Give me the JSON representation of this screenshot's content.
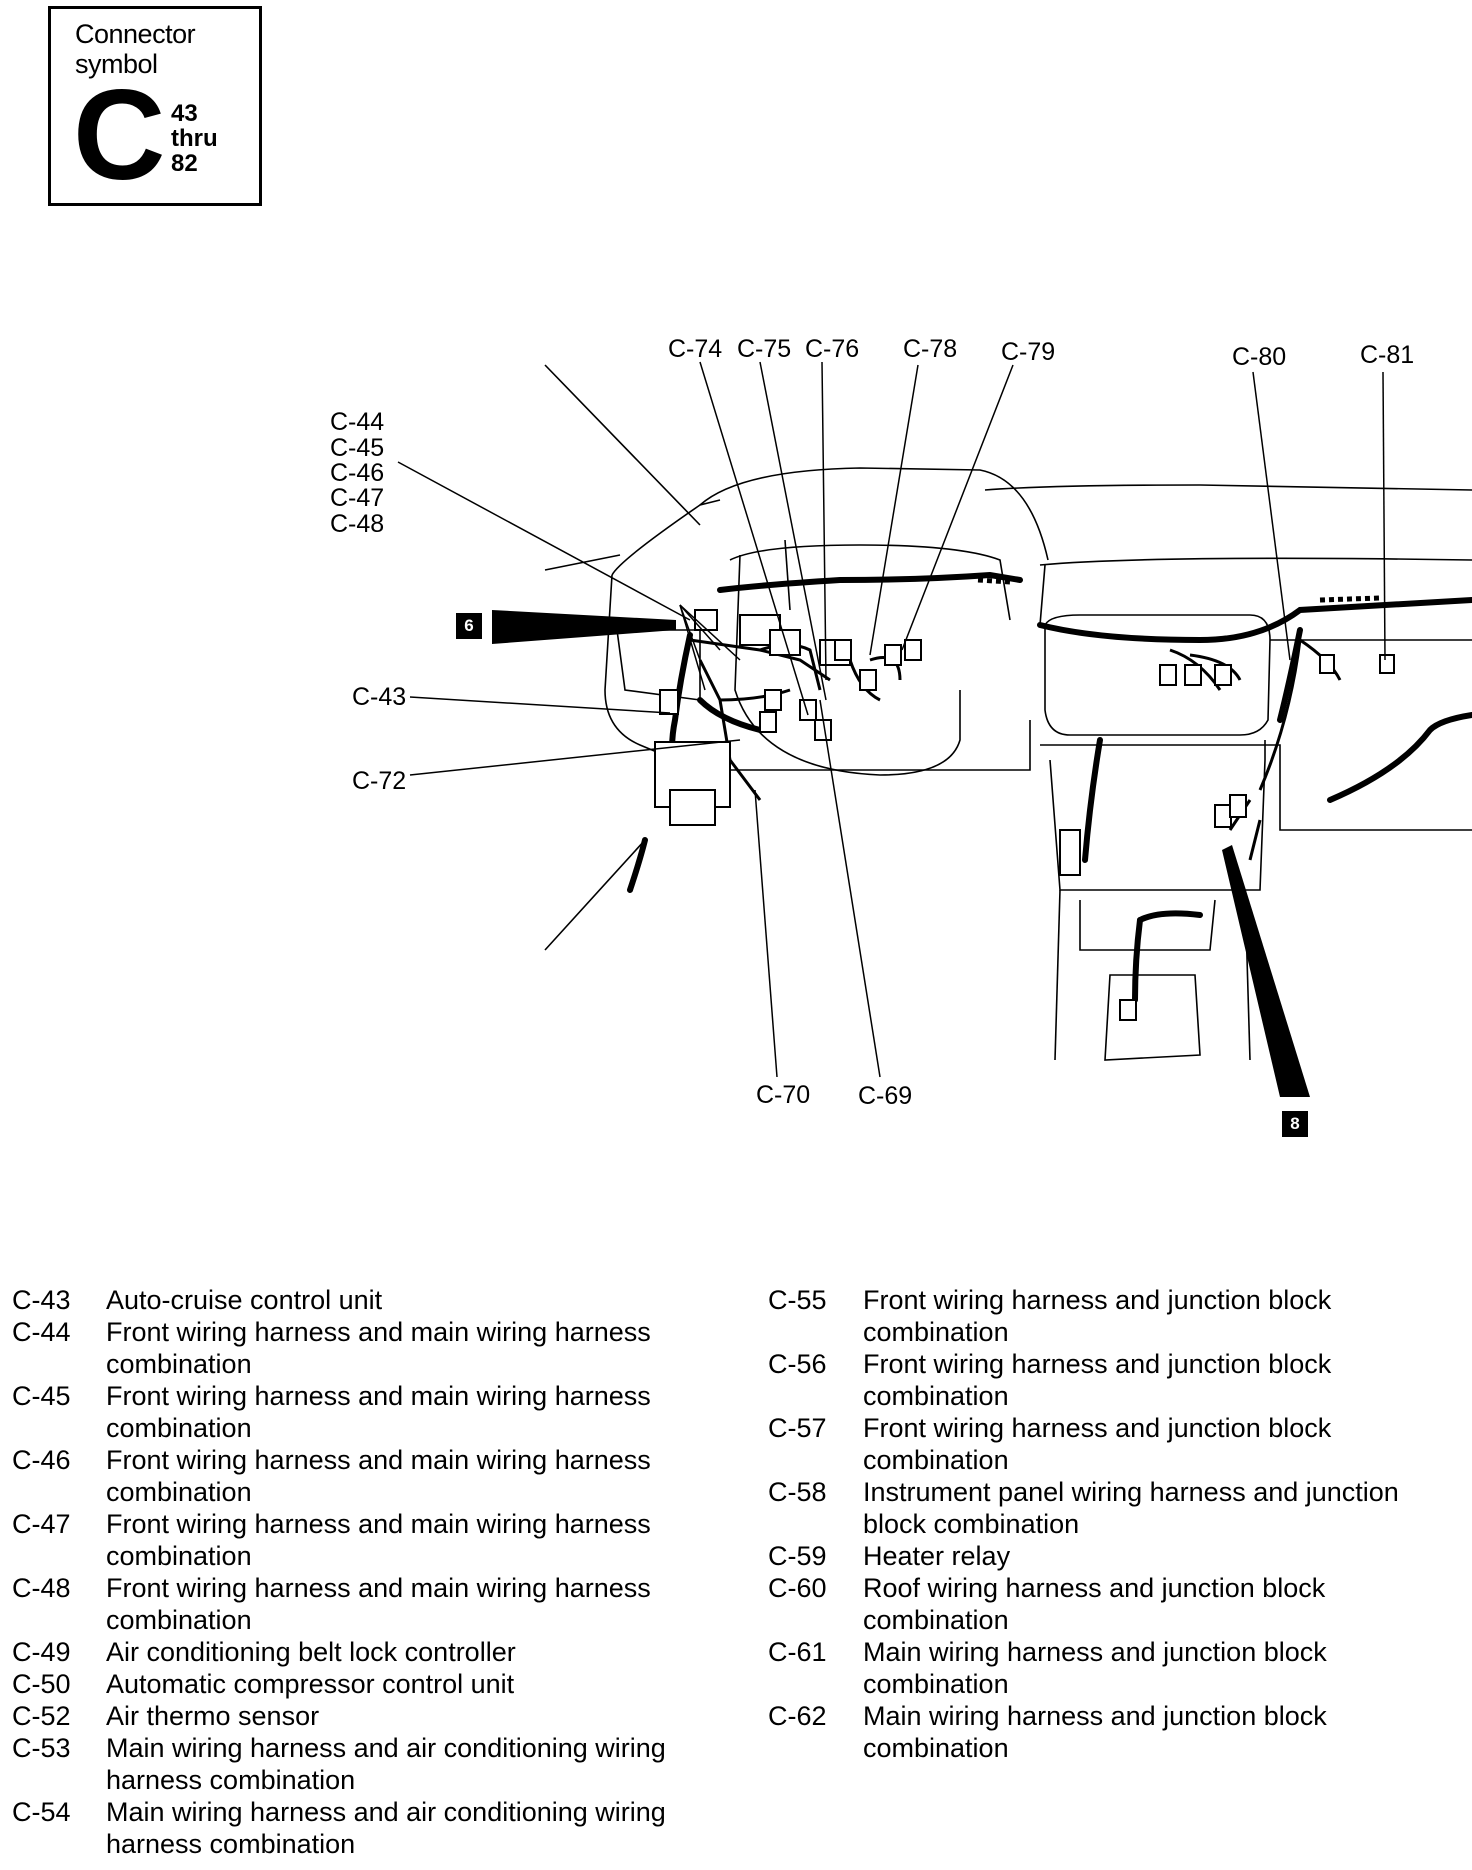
{
  "symbol": {
    "title": "Connector symbol",
    "letter": "C",
    "range_start": "43",
    "range_word": "thru",
    "range_end": "82"
  },
  "callouts": {
    "c44": "C-44",
    "c45": "C-45",
    "c46": "C-46",
    "c47": "C-47",
    "c48": "C-48",
    "c43": "C-43",
    "c72": "C-72",
    "c74": "C-74",
    "c75": "C-75",
    "c76": "C-76",
    "c78": "C-78",
    "c79": "C-79",
    "c80": "C-80",
    "c81": "C-81",
    "c70": "C-70",
    "c69": "C-69"
  },
  "references": {
    "left": "6",
    "right": "8"
  },
  "legend": {
    "left": [
      {
        "code": "C-43",
        "desc": "Auto-cruise control unit"
      },
      {
        "code": "C-44",
        "desc": "Front wiring harness and main wiring harness combination"
      },
      {
        "code": "C-45",
        "desc": "Front wiring harness and main wiring harness combination"
      },
      {
        "code": "C-46",
        "desc": "Front wiring harness and main wiring harness combination"
      },
      {
        "code": "C-47",
        "desc": "Front wiring harness and main wiring harness combination"
      },
      {
        "code": "C-48",
        "desc": "Front wiring harness and main wiring harness combination"
      },
      {
        "code": "C-49",
        "desc": "Air conditioning belt lock controller"
      },
      {
        "code": "C-50",
        "desc": "Automatic compressor control unit"
      },
      {
        "code": "C-52",
        "desc": "Air thermo sensor"
      },
      {
        "code": "C-53",
        "desc": "Main wiring harness and air conditioning wiring harness combination"
      },
      {
        "code": "C-54",
        "desc": "Main wiring harness and air conditioning wiring harness combination"
      }
    ],
    "right": [
      {
        "code": "C-55",
        "desc": "Front wiring harness and junction block combination"
      },
      {
        "code": "C-56",
        "desc": "Front wiring harness and junction block combination"
      },
      {
        "code": "C-57",
        "desc": "Front wiring harness and junction block combination"
      },
      {
        "code": "C-58",
        "desc": "Instrument panel wiring harness and junction block combination"
      },
      {
        "code": "C-59",
        "desc": "Heater relay"
      },
      {
        "code": "C-60",
        "desc": "Roof wiring harness and junction block combination"
      },
      {
        "code": "C-61",
        "desc": "Main wiring harness and junction block combination"
      },
      {
        "code": "C-62",
        "desc": "Main wiring harness and junction block combination"
      }
    ]
  }
}
